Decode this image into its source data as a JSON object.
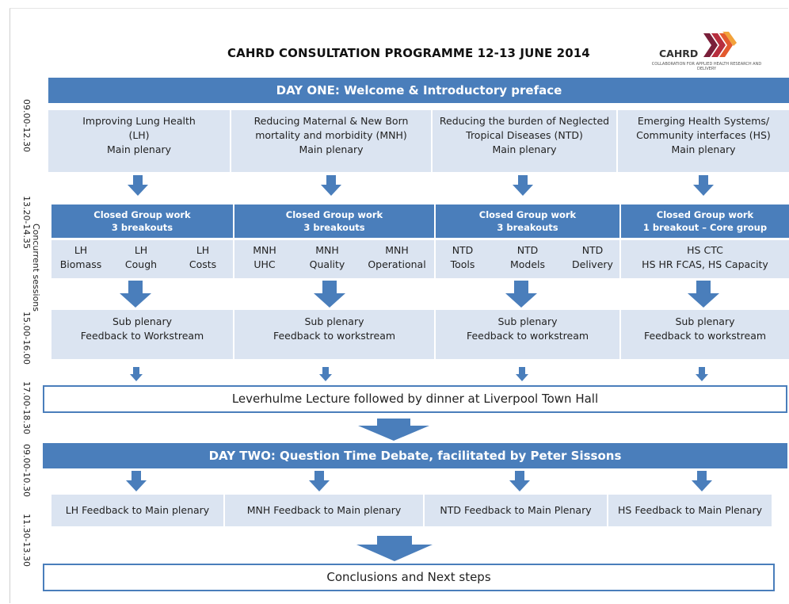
{
  "title": "CAHRD CONSULTATION PROGRAMME 12-13 JUNE 2014",
  "logo": {
    "name": "CAHRD",
    "subtitle": "COLLABORATION FOR APPLIED HEALTH RESEARCH AND DELIVERY",
    "colors": [
      "#f2a23a",
      "#e35a2e",
      "#b72e3e",
      "#7a1f3a"
    ]
  },
  "colors": {
    "accent": "#4a7ebb",
    "light_fill": "#dbe4f1"
  },
  "time_labels": [
    "09.00-12.30",
    "13.20-14.35",
    "Concurrent sessions",
    "15.00-16.00",
    "17.00-18.30",
    "09.00-10.30",
    "11.30-13.30"
  ],
  "day_one": {
    "header": "DAY ONE: Welcome & Introductory preface",
    "plenaries": [
      {
        "lines": [
          "Improving Lung Health",
          "(LH)",
          "Main plenary"
        ]
      },
      {
        "lines": [
          "Reducing Maternal & New Born",
          "mortality and morbidity (MNH)",
          "Main plenary"
        ]
      },
      {
        "lines": [
          "Reducing the burden of Neglected",
          "Tropical Diseases (NTD)",
          "Main plenary"
        ]
      },
      {
        "lines": [
          "Emerging Health Systems/",
          "Community interfaces  (HS)",
          "Main plenary"
        ]
      }
    ],
    "closed_groups": [
      {
        "line1": "Closed Group work",
        "line2": "3 breakouts"
      },
      {
        "line1": "Closed Group work",
        "line2": "3 breakouts"
      },
      {
        "line1": "Closed Group work",
        "line2": "3 breakouts"
      },
      {
        "line1": "Closed Group work",
        "line2": "1 breakout – Core group"
      }
    ],
    "breakouts": {
      "lh": [
        [
          "LH",
          "Biomass"
        ],
        [
          "LH",
          "Cough"
        ],
        [
          "LH",
          "Costs"
        ]
      ],
      "mnh": [
        [
          "MNH",
          "UHC"
        ],
        [
          "MNH",
          "Quality"
        ],
        [
          "MNH",
          "Operational"
        ]
      ],
      "ntd": [
        [
          "NTD",
          "Tools"
        ],
        [
          "NTD",
          "Models"
        ],
        [
          "NTD",
          "Delivery"
        ]
      ],
      "hs": [
        "HS CTC",
        "HS HR FCAS, HS Capacity"
      ]
    },
    "sub_plenaries": [
      {
        "line1": "Sub plenary",
        "line2": "Feedback to Workstream"
      },
      {
        "line1": "Sub plenary",
        "line2": "Feedback to workstream"
      },
      {
        "line1": "Sub plenary",
        "line2": "Feedback to workstream"
      },
      {
        "line1": "Sub plenary",
        "line2": "Feedback to workstream"
      }
    ],
    "evening": "Leverhulme Lecture followed by dinner at Liverpool Town Hall"
  },
  "day_two": {
    "header": "DAY TWO: Question Time Debate, facilitated by Peter Sissons",
    "feedback": [
      "LH Feedback to Main plenary",
      "MNH Feedback to Main plenary",
      "NTD Feedback to Main Plenary",
      "HS Feedback to Main Plenary"
    ],
    "conclusion": "Conclusions and Next steps"
  }
}
